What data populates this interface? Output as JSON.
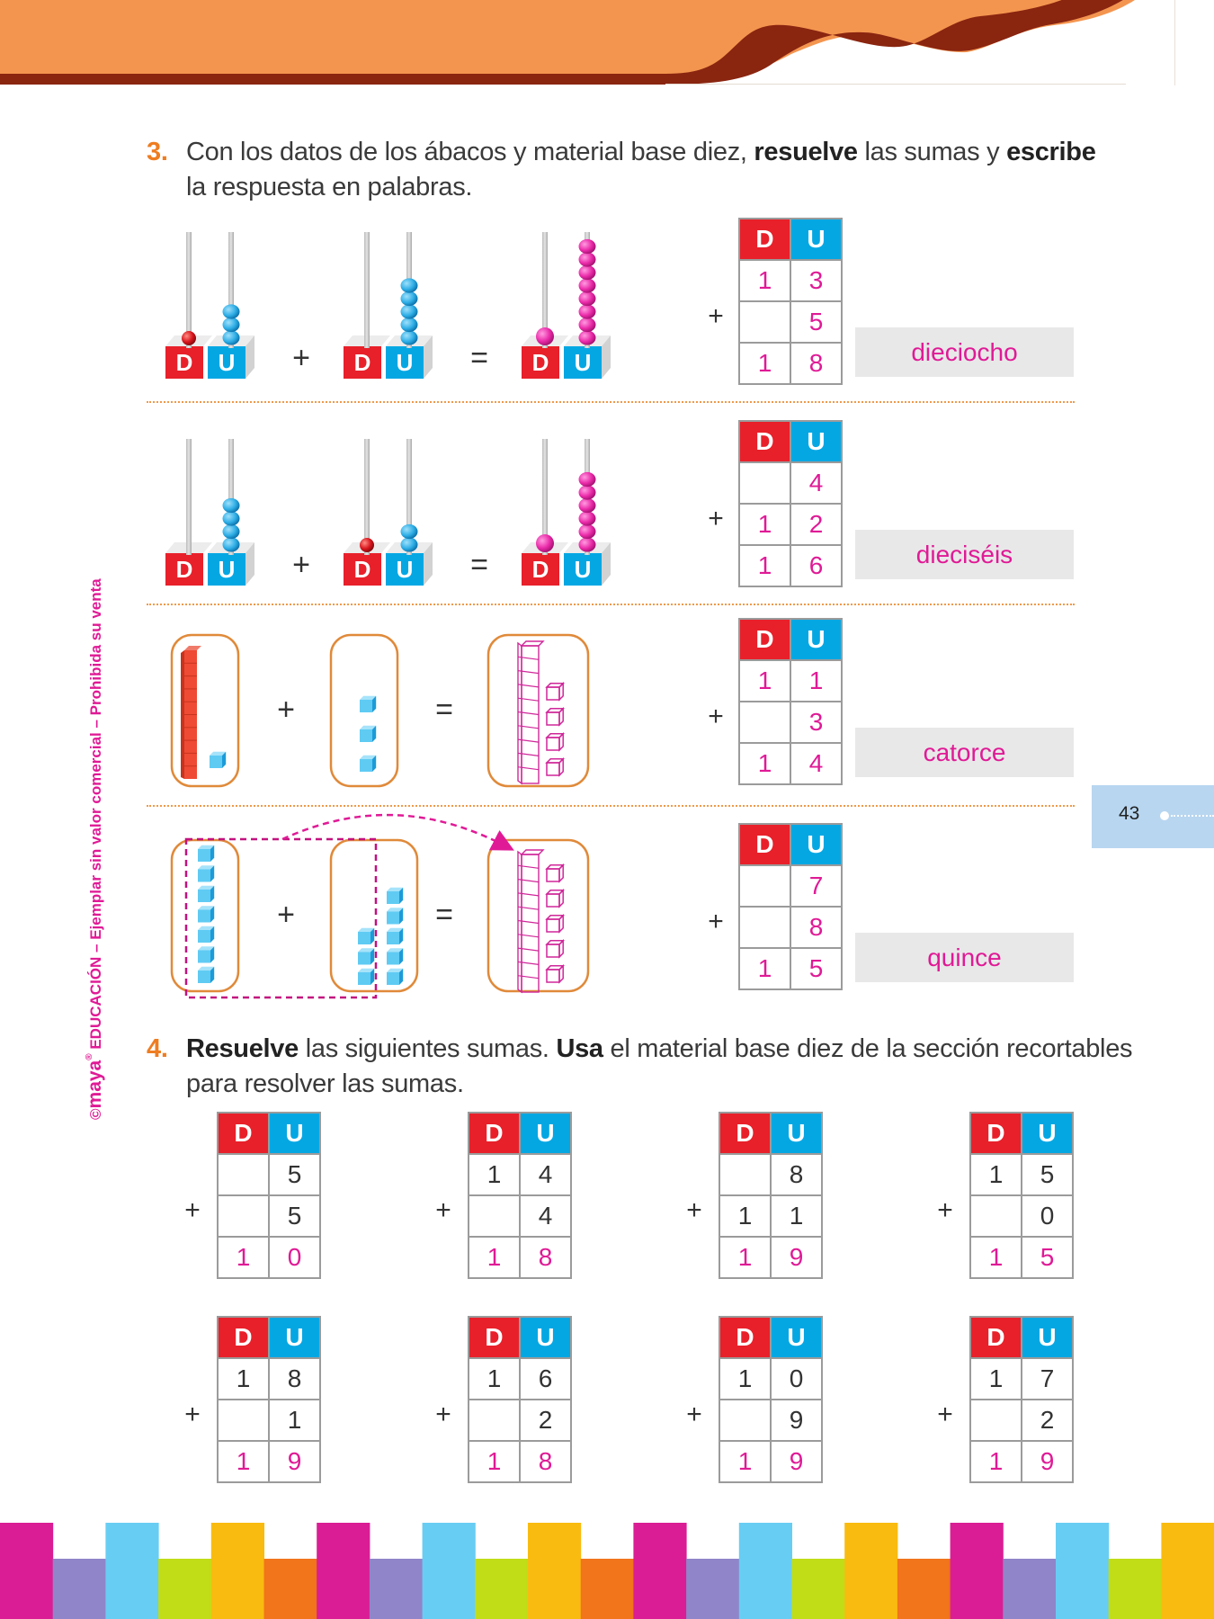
{
  "page": {
    "page_number": "43",
    "side_notice": {
      "copyright": "©",
      "brand": "maya",
      "registered": "®",
      "text": " EDUCACIÓN – Ejemplar sin valor comercial – Prohibida su venta"
    }
  },
  "colors": {
    "header_orange": "#f4954f",
    "header_border": "#8a2510",
    "tens_red": "#e8202a",
    "units_blue": "#05a7e3",
    "answer_magenta": "#e01a96",
    "number_orange": "#ee7d21",
    "page_tab": "#b8d6f0",
    "footer_bars": [
      "#da1d94",
      "#9085c9",
      "#68cdf3",
      "#c0dd17",
      "#f9bb0f",
      "#f2741b"
    ]
  },
  "exercise3": {
    "number": "3.",
    "text_parts": [
      "Con los datos de los ábacos y material base diez, ",
      "resuelve",
      " las sumas y ",
      "escribe"
    ],
    "line2": "la respuesta en palabras.",
    "rows": [
      {
        "type": "abacus",
        "operands": [
          {
            "tens": 1,
            "units": 3
          },
          {
            "tens": 0,
            "units": 5
          }
        ],
        "result": {
          "tens": 1,
          "units": 8
        },
        "table": {
          "headers": [
            "D",
            "U"
          ],
          "rows": [
            [
              "1",
              "3"
            ],
            [
              "",
              "5"
            ],
            [
              "1",
              "8"
            ]
          ]
        },
        "answer_words": "dieciocho"
      },
      {
        "type": "abacus",
        "operands": [
          {
            "tens": 0,
            "units": 4
          },
          {
            "tens": 1,
            "units": 2
          }
        ],
        "result": {
          "tens": 1,
          "units": 6
        },
        "table": {
          "headers": [
            "D",
            "U"
          ],
          "rows": [
            [
              "",
              "4"
            ],
            [
              "1",
              "2"
            ],
            [
              "1",
              "6"
            ]
          ]
        },
        "answer_words": "dieciséis"
      },
      {
        "type": "base-ten",
        "operands": [
          {
            "tens": 1,
            "units": 1
          },
          {
            "tens": 0,
            "units": 3
          }
        ],
        "result": {
          "tens": 1,
          "units": 4
        },
        "table": {
          "headers": [
            "D",
            "U"
          ],
          "rows": [
            [
              "1",
              "1"
            ],
            [
              "",
              "3"
            ],
            [
              "1",
              "4"
            ]
          ]
        },
        "answer_words": "catorce"
      },
      {
        "type": "base-ten-regroup",
        "operands": [
          {
            "tens": 0,
            "units": 7
          },
          {
            "tens": 0,
            "units": 8
          }
        ],
        "result": {
          "tens": 1,
          "units": 5
        },
        "table": {
          "headers": [
            "D",
            "U"
          ],
          "rows": [
            [
              "",
              "7"
            ],
            [
              "",
              "8"
            ],
            [
              "1",
              "5"
            ]
          ]
        },
        "answer_words": "quince"
      }
    ],
    "labels": {
      "tens": "D",
      "units": "U",
      "plus": "+",
      "equals": "="
    }
  },
  "exercise4": {
    "number": "4.",
    "text_parts": [
      "Resuelve",
      " las siguientes sumas. ",
      "Usa",
      " el material base diez de la sección recortables"
    ],
    "line2": "para resolver las sumas.",
    "headers": [
      "D",
      "U"
    ],
    "plus": "+",
    "sums": [
      {
        "rows": [
          [
            "",
            "5"
          ],
          [
            "",
            "5"
          ],
          [
            "1",
            "0"
          ]
        ]
      },
      {
        "rows": [
          [
            "1",
            "4"
          ],
          [
            "",
            "4"
          ],
          [
            "1",
            "8"
          ]
        ]
      },
      {
        "rows": [
          [
            "",
            "8"
          ],
          [
            "1",
            "1"
          ],
          [
            "1",
            "9"
          ]
        ]
      },
      {
        "rows": [
          [
            "1",
            "5"
          ],
          [
            "",
            "0"
          ],
          [
            "1",
            "5"
          ]
        ]
      },
      {
        "rows": [
          [
            "1",
            "8"
          ],
          [
            "",
            "1"
          ],
          [
            "1",
            "9"
          ]
        ]
      },
      {
        "rows": [
          [
            "1",
            "6"
          ],
          [
            "",
            "2"
          ],
          [
            "1",
            "8"
          ]
        ]
      },
      {
        "rows": [
          [
            "1",
            "0"
          ],
          [
            "",
            "9"
          ],
          [
            "1",
            "9"
          ]
        ]
      },
      {
        "rows": [
          [
            "1",
            "7"
          ],
          [
            "",
            "2"
          ],
          [
            "1",
            "9"
          ]
        ]
      }
    ]
  }
}
